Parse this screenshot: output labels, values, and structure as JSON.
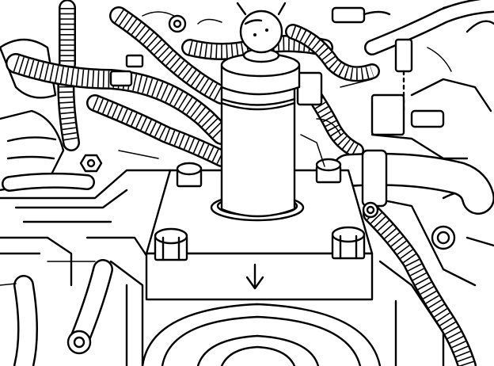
{
  "figure": {
    "subject": "engine-compartment-line-drawing",
    "style": "black-and-white technical illustration"
  },
  "callouts": [
    {
      "symbol": "arrow-down",
      "meaning": "direction-indicator"
    }
  ],
  "colors": {
    "ink": "#000000",
    "paper": "#ffffff"
  }
}
